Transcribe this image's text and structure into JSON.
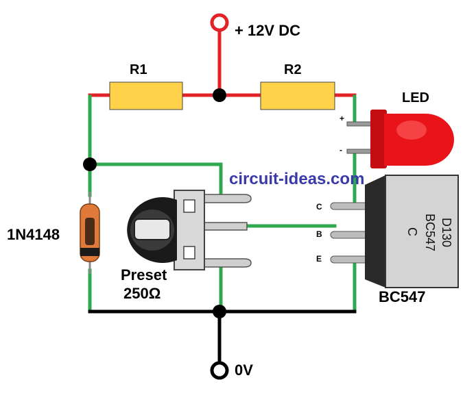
{
  "colors": {
    "supply_wire": "#e32228",
    "signal_wire": "#2fa84f",
    "ground_wire": "#000000",
    "resistor_body": "#ffd24a",
    "led_red": "#e8141a",
    "watermark": "#3a3aa8"
  },
  "labels": {
    "supply": "+ 12V DC",
    "ground": "0V",
    "r1": "R1",
    "r2": "R2",
    "led": "LED",
    "led_plus": "+",
    "led_minus": "-",
    "diode": "1N4148",
    "preset_line1": "Preset",
    "preset_line2": "250Ω",
    "transistor": "BC547",
    "pin_c": "C",
    "pin_b": "B",
    "pin_e": "E",
    "chip_line1": "D130",
    "chip_line2": "BC547",
    "chip_line3": "C",
    "watermark": "circuit-ideas.com"
  }
}
